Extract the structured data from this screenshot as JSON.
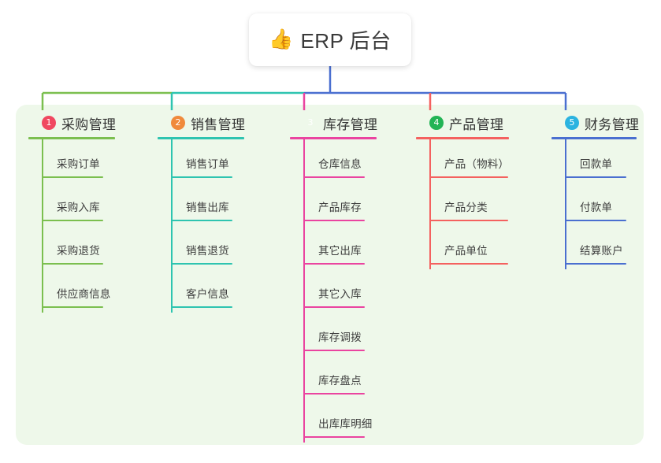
{
  "diagram": {
    "type": "mind-map",
    "root": {
      "icon": "thumbs-up-icon",
      "emoji": "👍",
      "title": "ERP 后台"
    },
    "panel_color": "#eef8ea",
    "branches": [
      {
        "index": "1",
        "badge_text": "1",
        "badge_color": "#f04860",
        "line_color": "#7bbf4f",
        "title": "采购管理",
        "items": [
          {
            "label": "采购订单"
          },
          {
            "label": "采购入库"
          },
          {
            "label": "采购退货"
          },
          {
            "label": "供应商信息"
          }
        ]
      },
      {
        "index": "2",
        "badge_text": "2",
        "badge_color": "#f08a3c",
        "line_color": "#2ec4b0",
        "title": "销售管理",
        "items": [
          {
            "label": "销售订单"
          },
          {
            "label": "销售出库"
          },
          {
            "label": "销售退货"
          },
          {
            "label": "客户信息"
          }
        ]
      },
      {
        "index": "3",
        "badge_text": "3",
        "badge_color": "#f5b battle",
        "line_color": "#ea44a0",
        "title": "库存管理",
        "items": [
          {
            "label": "仓库信息"
          },
          {
            "label": "产品库存"
          },
          {
            "label": "其它出库"
          },
          {
            "label": "其它入库"
          },
          {
            "label": "库存调拨"
          },
          {
            "label": "库存盘点"
          },
          {
            "label": "出库库明细"
          }
        ]
      },
      {
        "index": "4",
        "badge_text": "4",
        "badge_color": "#22b455",
        "line_color": "#f4615f",
        "title": "产品管理",
        "items": [
          {
            "label": "产品（物料）"
          },
          {
            "label": "产品分类"
          },
          {
            "label": "产品单位"
          }
        ]
      },
      {
        "index": "5",
        "badge_text": "5",
        "badge_color": "#2bb3e0",
        "line_color": "#4a6fd0",
        "title": "财务管理",
        "items": [
          {
            "label": "回款单"
          },
          {
            "label": "付款单"
          },
          {
            "label": "结算账户"
          }
        ]
      }
    ]
  }
}
